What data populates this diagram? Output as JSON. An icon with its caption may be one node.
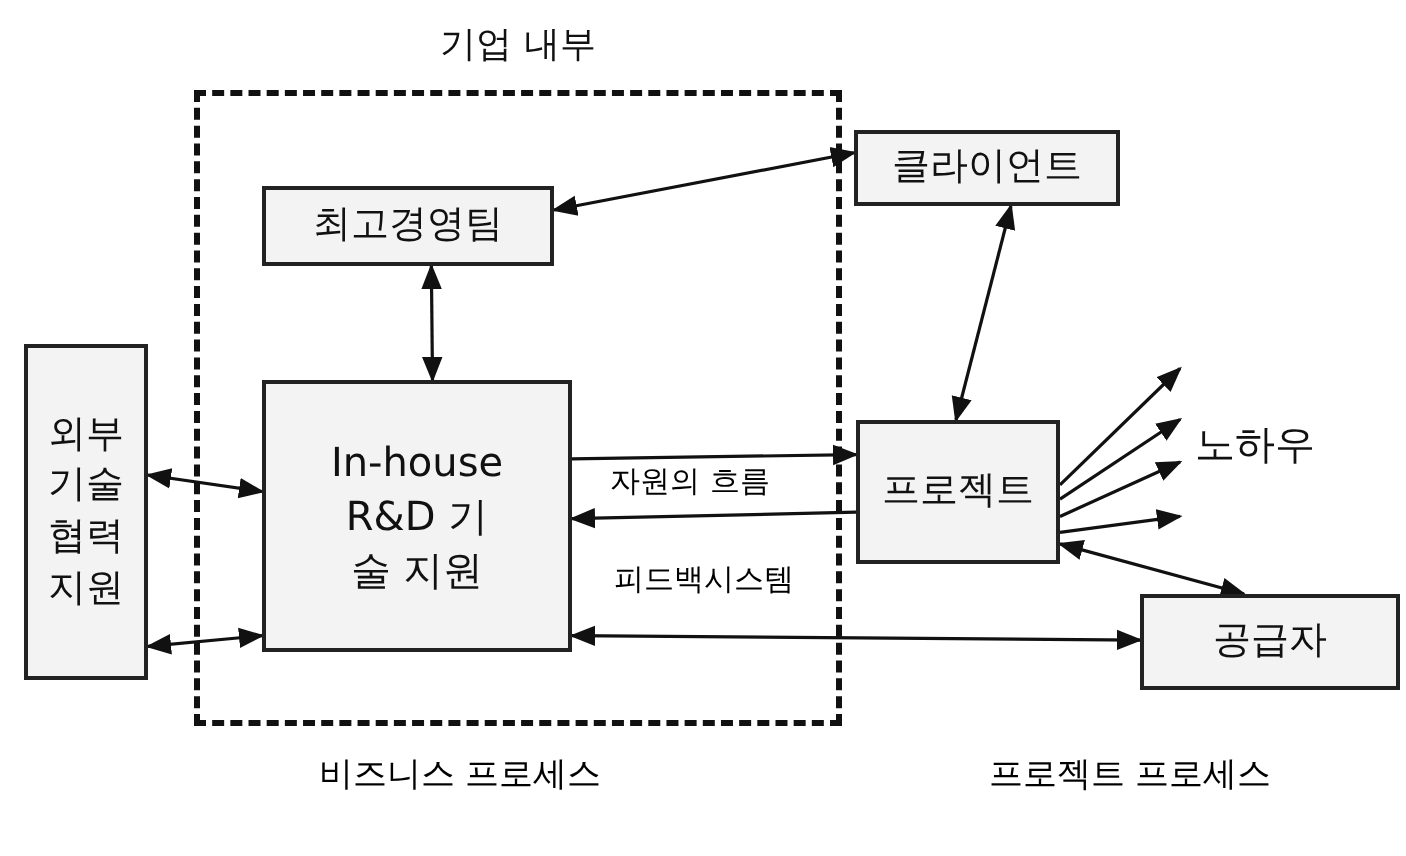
{
  "diagram": {
    "nodes": [
      {
        "text": [
          "기업 내부"
        ]
      },
      {
        "text": [
          "최고경영팀"
        ],
        "in": 0
      },
      {
        "text": [
          "외부 기술 협력 지원"
        ]
      },
      {
        "text": [
          "In-house R&D 기술 지원"
        ],
        "in": 0
      },
      {
        "text": [
          "클라이언트"
        ]
      },
      {
        "text": [
          "프로젝트"
        ]
      },
      {
        "text": [
          "노하우"
        ]
      },
      {
        "text": [
          "공급자"
        ]
      }
    ],
    "edges": [
      {
        "from": 1,
        "to": 4,
        "arrow": "both"
      },
      {
        "from": 1,
        "to": 3,
        "arrow": "both"
      },
      {
        "from": 2,
        "to": 3,
        "arrow": "both"
      },
      {
        "from": 2,
        "to": 3,
        "arrow": "both"
      },
      {
        "from": 3,
        "to": 5,
        "arrow": "to",
        "label": "자원의 흐름"
      },
      {
        "from": 5,
        "to": 3,
        "arrow": "to"
      },
      {
        "from": 3,
        "to": 7,
        "arrow": "both",
        "label": "피드백시스템"
      },
      {
        "from": 4,
        "to": 5,
        "arrow": "both"
      },
      {
        "from": 5,
        "to": 6,
        "arrow": "to"
      },
      {
        "from": 5,
        "to": 6,
        "arrow": "to"
      },
      {
        "from": 5,
        "to": 6,
        "arrow": "to"
      },
      {
        "from": 5,
        "to": 6,
        "arrow": "to"
      },
      {
        "from": 5,
        "to": 7,
        "arrow": "both"
      }
    ],
    "labels": [
      "비즈니스 프로세스",
      "프로젝트 프로세스"
    ]
  }
}
